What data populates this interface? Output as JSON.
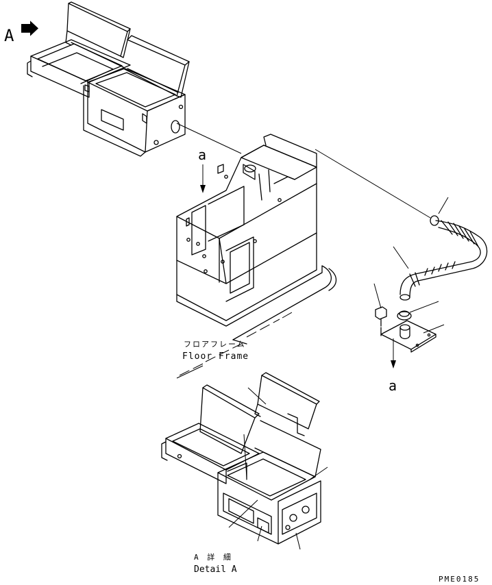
{
  "labels": {
    "view_marker": "A",
    "section_marker_top": "a",
    "section_marker_bottom": "a",
    "floor_frame_jp": "フロアフレーム",
    "floor_frame_en": "Floor Frame",
    "detail_jp": "A 詳 細",
    "detail_en": "Detail A",
    "drawing_code": "PME0185"
  },
  "colors": {
    "line": "#000000",
    "background": "#ffffff"
  }
}
